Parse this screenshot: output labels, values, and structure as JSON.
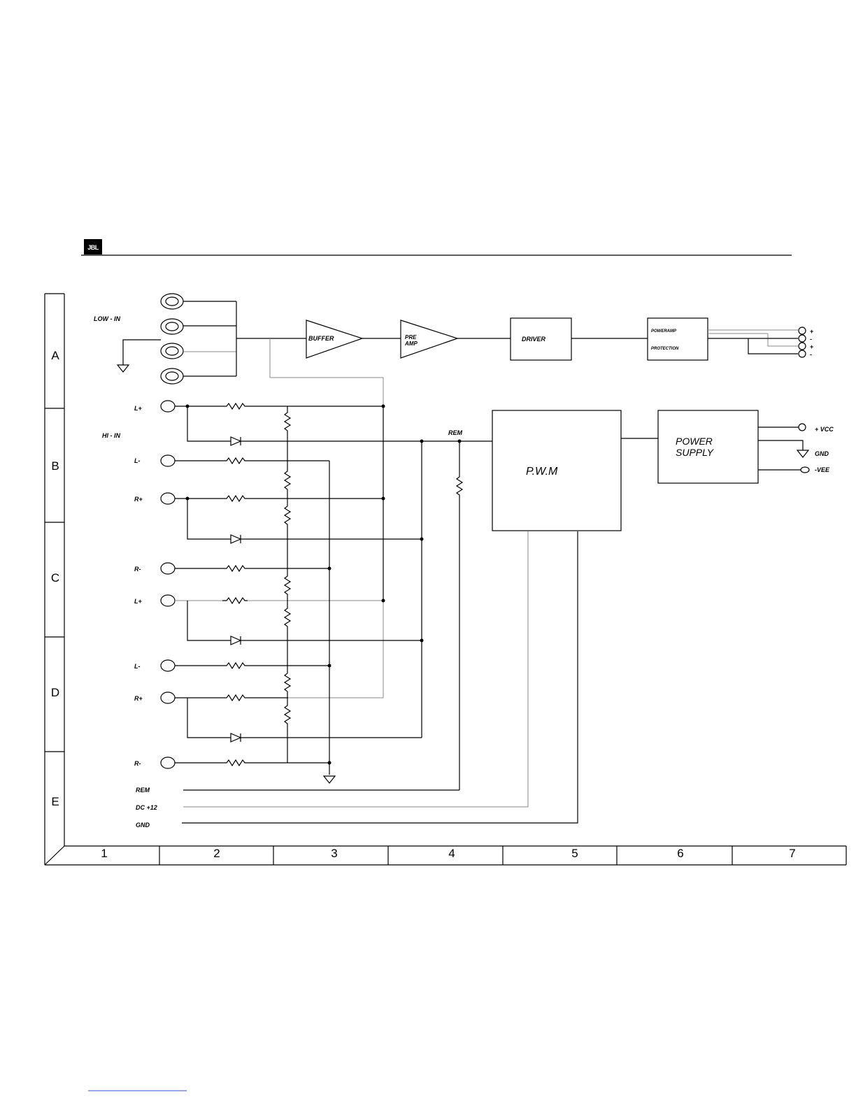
{
  "header": {
    "logo": "JBL"
  },
  "grid": {
    "rows": [
      "A",
      "B",
      "C",
      "D",
      "E"
    ],
    "cols": [
      "1",
      "2",
      "3",
      "4",
      "5",
      "6",
      "7"
    ]
  },
  "labels": {
    "low_in": "LOW - IN",
    "hi_in": "HI - IN",
    "inputs": [
      "L+",
      "L-",
      "R+",
      "R-",
      "L+",
      "L-",
      "R+",
      "R-"
    ],
    "rem_bus": "REM",
    "bottom": [
      "REM",
      "DC +12",
      "GND"
    ]
  },
  "blocks": {
    "buffer": "BUFFER",
    "preamp_1": "PRE",
    "preamp_2": "AMP",
    "driver": "DRIVER",
    "poweramp": "POWERAMP",
    "protection": "PROTECTION",
    "pwm": "P.W.M",
    "power_supply_1": "POWER",
    "power_supply_2": "SUPPLY"
  },
  "outputs": {
    "speaker": [
      "+",
      "-",
      "+",
      "-"
    ],
    "supply": [
      "+ VCC",
      "GND",
      "-VEE"
    ]
  }
}
